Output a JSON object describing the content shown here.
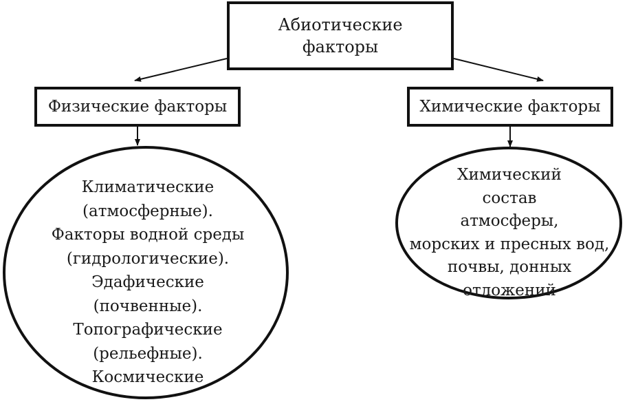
{
  "root": {
    "line1": "Абиотические",
    "line2": "факторы"
  },
  "physical": {
    "title": "Физические факторы",
    "items": [
      "Климатические",
      "(атмосферные).",
      "Факторы водной среды",
      "(гидрологические).",
      "Эдафические",
      "(почвенные).",
      "Топографические",
      "(рельефные).",
      "Космические"
    ]
  },
  "chemical": {
    "title": "Химические факторы",
    "lines": [
      "Химический",
      "состав",
      "атмосферы,",
      "морских и пресных вод,",
      "почвы, донных",
      "отложений"
    ]
  },
  "colors": {
    "stroke": "#111111",
    "text": "#1a1a1a",
    "background": "#ffffff"
  }
}
